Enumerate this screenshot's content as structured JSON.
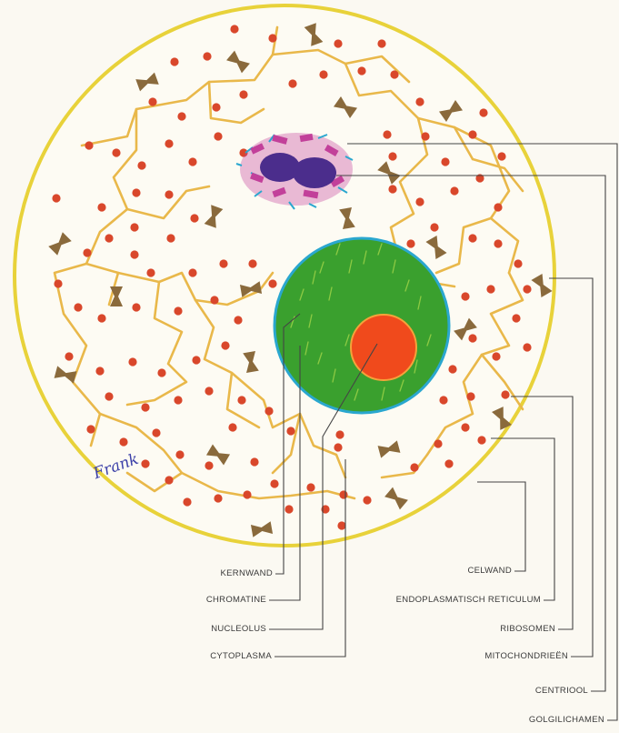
{
  "labels": {
    "kernwand": "KERNWAND",
    "chromatine": "CHROMATINE",
    "nucleolus": "NUCLEOLUS",
    "cytoplasma": "CYTOPLASMA",
    "celwand": "CELWAND",
    "er": "ENDOPLASMATISCH RETICULUM",
    "ribosomen": "RIBOSOMEN",
    "mitochondrien": "MITOCHONDRIEËN",
    "centriool": "CENTRIOOL",
    "golgi": "GOLGILICHAMEN"
  },
  "signature": "Frank",
  "colors": {
    "background": "#fbf9f2",
    "cell_wall": "#e8d23a",
    "reticulum": "#e9b84a",
    "ribosome": "#d9472b",
    "mitochondrion": "#8a6a3c",
    "nucleus": "#3aa02e",
    "nuclear_membrane": "#2aa7cf",
    "nucleolus": "#f04a1c",
    "centriole": "#4b2d8c",
    "golgi": "#c2409a",
    "leader_line": "#444444"
  }
}
